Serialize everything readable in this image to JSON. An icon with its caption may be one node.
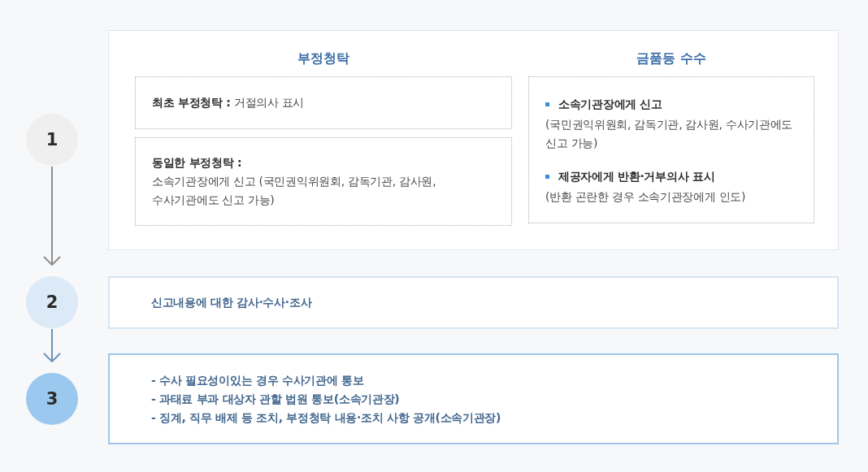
{
  "diagram": {
    "nodes": [
      {
        "text": [
          "1"
        ]
      },
      {
        "text": [
          "부정청탁",
          "금품등 수수"
        ]
      },
      {
        "text": [
          "**최초 부정청탁 :** 거절의사 표시"
        ],
        "in": 1
      },
      {
        "text": [
          "동일한 부정청탁 :",
          "소속기관장에게 신고 (국민권익위원회, 감독기관, 감사원, 수사기관에도 신고 가능)"
        ],
        "in": 1
      },
      {
        "text": [
          "소속기관장에게 신고",
          "(국민권익위원회, 감독기관, 감사원, 수사기관에도 신고 가능)",
          "제공자에게 반환·거부의사 표시",
          "(반환 곤란한 경우 소속기관장에게 인도)"
        ],
        "in": 1
      },
      {
        "text": [
          "2"
        ]
      },
      {
        "text": [
          "신고내용에 대한 감사·수사·조사"
        ]
      },
      {
        "text": [
          "3"
        ]
      },
      {
        "text": [
          "- 수사 필요성이있는 경우 수사기관에 통보",
          "- 과태료 부과 대상자 관할 법원 통보(소속기관장)",
          "- 징계, 직무 배제 등 조치, 부정청탁 내용·조치 사항 공개(소속기관장)"
        ]
      }
    ],
    "edges": [
      {
        "from": 0,
        "to": 5,
        "arrow": "to"
      },
      {
        "from": 5,
        "to": 7,
        "arrow": "to",
        "color": "#6e93b6"
      }
    ]
  }
}
